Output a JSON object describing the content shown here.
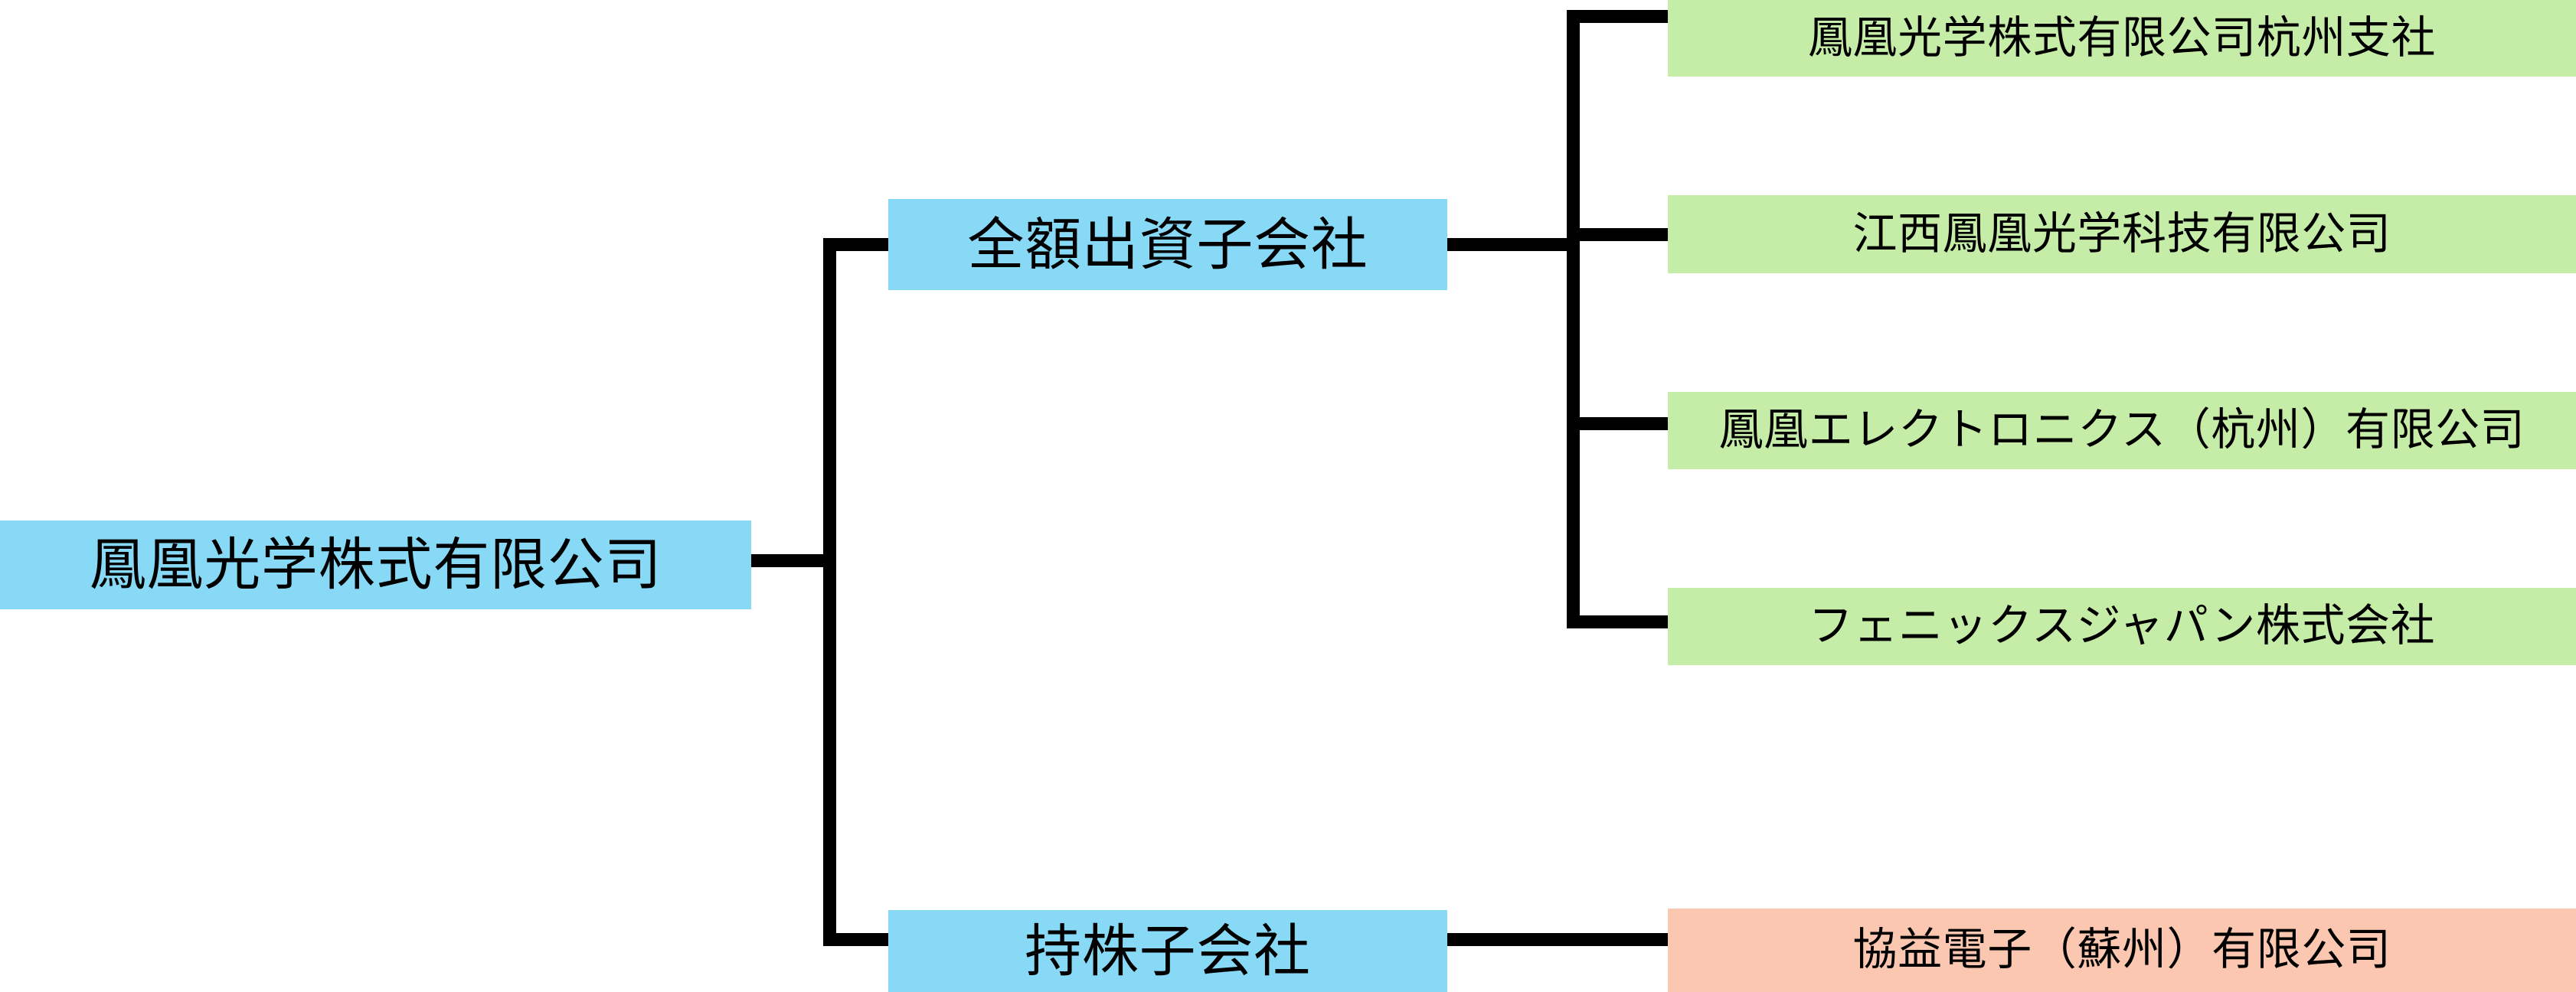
{
  "diagram": {
    "title_text": "鳳凰光学株式有限公司",
    "type": "organization-chart",
    "colors": {
      "parent_box": "#87d9f5",
      "subsidiary_box": "#c6eda8",
      "affiliate_box": "#fcc7b0",
      "connector": "#000000",
      "background": "#ffffff",
      "text": "#000000"
    },
    "root": {
      "label": "鳳凰光学株式有限公司"
    },
    "categories": [
      {
        "label": "全額出資子会社",
        "children": [
          {
            "label": "鳳凰光学株式有限公司杭州支社"
          },
          {
            "label": "江西鳳凰光学科技有限公司"
          },
          {
            "label": "鳳凰エレクトロニクス（杭州）有限公司"
          },
          {
            "label": "フェニックスジャパン株式会社"
          }
        ]
      },
      {
        "label": "持株子会社",
        "children": [
          {
            "label": "協益電子（蘇州）有限公司"
          }
        ]
      }
    ]
  }
}
